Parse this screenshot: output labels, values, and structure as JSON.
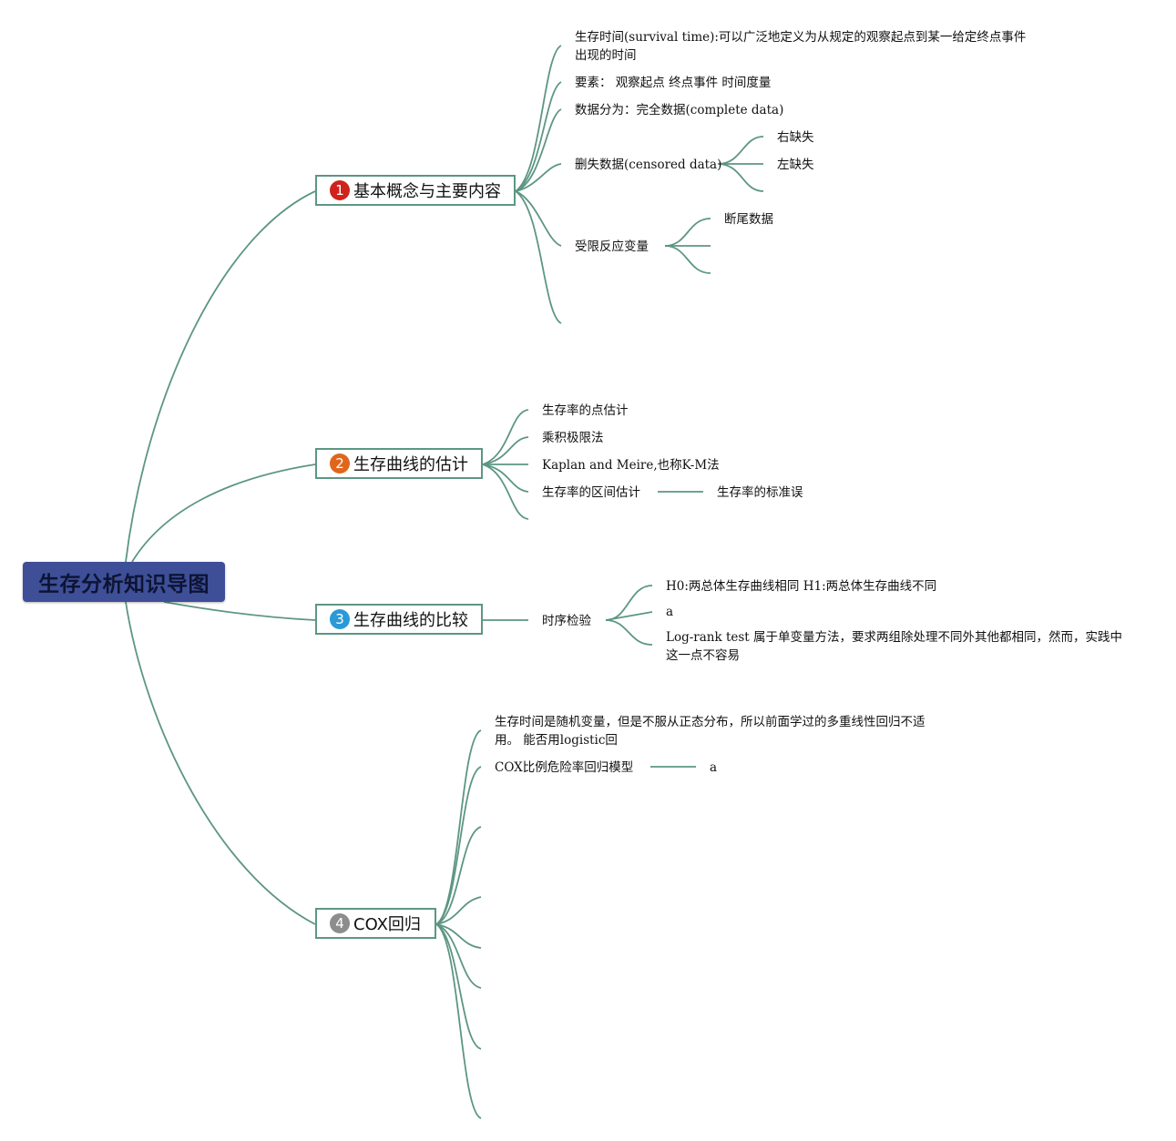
{
  "root": "生存分析知识导图",
  "branches": [
    {
      "number": "1",
      "label": "基本概念与主要内容",
      "badge_color": "#d0231b"
    },
    {
      "number": "2",
      "label": "生存曲线的估计",
      "badge_color": "#e0661c"
    },
    {
      "number": "3",
      "label": "生存曲线的比较",
      "badge_color": "#2a9ad6"
    },
    {
      "number": "4",
      "label": "COX回归",
      "badge_color": "#8d8d8d"
    }
  ],
  "b1": {
    "survival_time": "生存时间(survival time):可以广泛地定义为从规定的观察起点到某一给定终点事件出现的时间",
    "elements": "要素： 观察起点 终点事件 时间度量",
    "data_types": "数据分为：完全数据(complete data)",
    "censored": "删失数据(censored data)",
    "right_missing": "右缺失",
    "left_missing": "左缺失",
    "limited": "受限反应变量",
    "truncated": "断尾数据"
  },
  "b2": {
    "point_est": "生存率的点估计",
    "product_limit": "乘积极限法",
    "kaplan": "Kaplan and Meire,也称K-M法",
    "interval_est": "生存率的区间估计",
    "std_error": "生存率的标准误"
  },
  "b3": {
    "logrank_label": "时序检验",
    "hypothesis": "H0:两总体生存曲线相同 H1:两总体生存曲线不同",
    "a": "a",
    "logrank_note": "Log-rank test 属于单变量方法，要求两组除处理不同外其他都相同，然而，实践中这一点不容易"
  },
  "b4": {
    "intro": "生存时间是随机变量，但是不服从正态分布，所以前面学过的多重线性回归不适用。 能否用logistic回",
    "cox_model": "COX比例危险率回归模型",
    "a": "a"
  },
  "colors": {
    "link": "#5d9683",
    "root_bg": "#3e4f98",
    "border": "#5d9683"
  }
}
